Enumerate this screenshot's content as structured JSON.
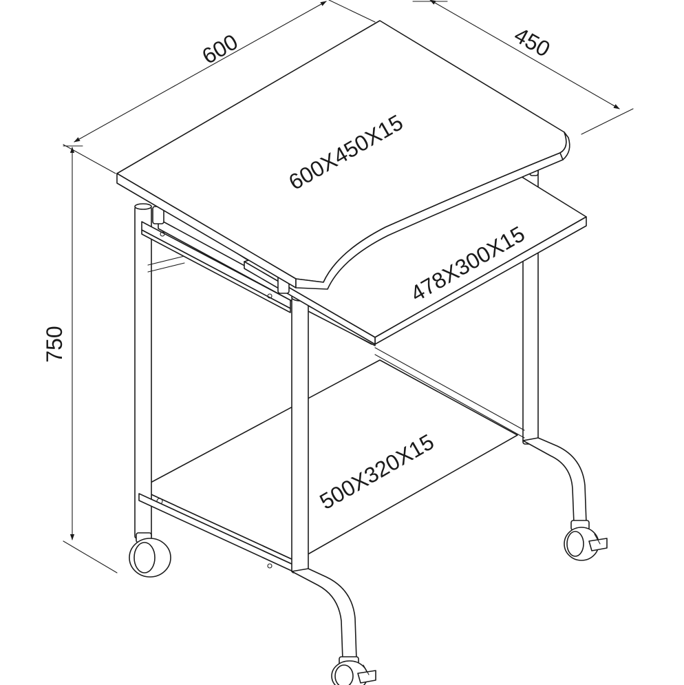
{
  "dimensions": {
    "width": "600",
    "depth": "450",
    "height": "750"
  },
  "labels": {
    "top_panel": "600X450X15",
    "keyboard_tray": "478X300X15",
    "bottom_shelf": "500X320X15"
  },
  "colors": {
    "line": "#1a1a1a",
    "background": "#ffffff"
  }
}
